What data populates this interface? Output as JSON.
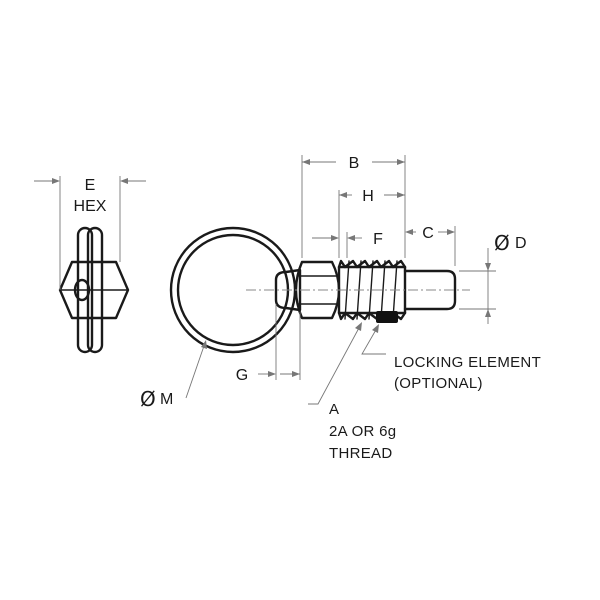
{
  "dimensions": {
    "E": "E",
    "HEX": "HEX",
    "B": "B",
    "H": "H",
    "F": "F",
    "C": "C",
    "D": "D",
    "G": "G",
    "M": "M",
    "A": "A",
    "phi": "Ø"
  },
  "callouts": {
    "locking_element": "LOCKING ELEMENT",
    "optional": "(OPTIONAL)",
    "thread_line1": "2A OR 6g",
    "thread_line2": "THREAD"
  },
  "colors": {
    "line": "#1a1a1a",
    "dimension": "#777777",
    "locking_element": "#111111"
  }
}
